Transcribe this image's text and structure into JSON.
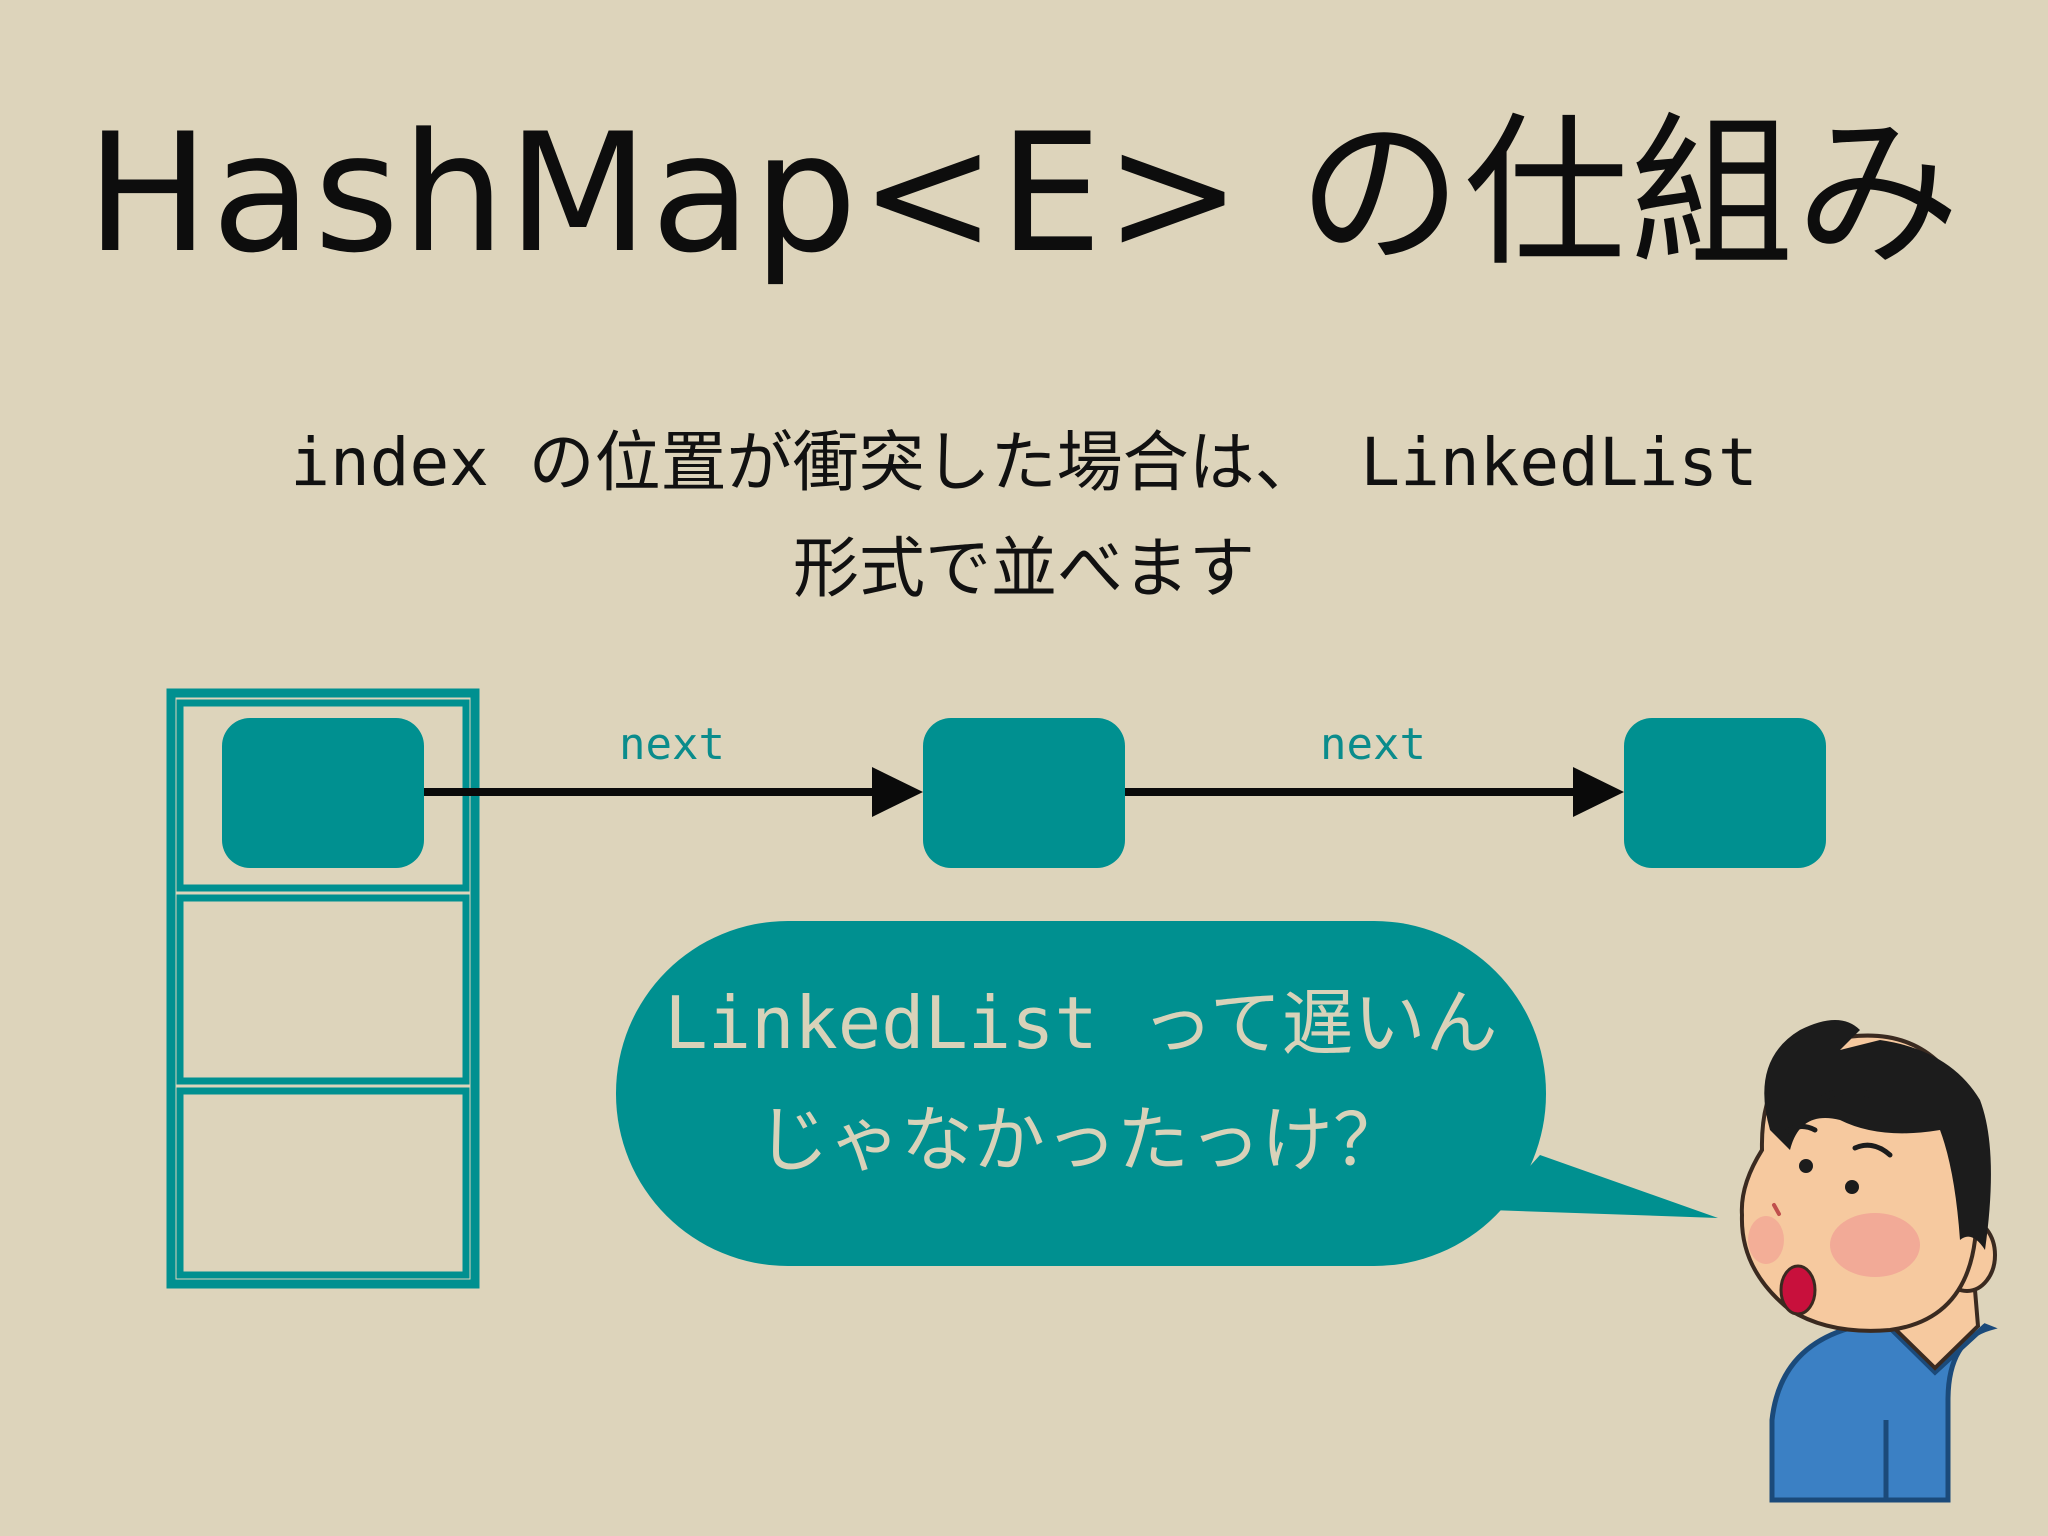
{
  "slide": {
    "title": "HashMap<E> の仕組み",
    "subtitle_line1": "index の位置が衝突した場合は、 LinkedList",
    "subtitle_line2": "形式で並べます"
  },
  "diagram": {
    "edge_label_1": "next",
    "edge_label_2": "next",
    "bubble_line1": "LinkedList って遅いん",
    "bubble_line2": "じゃなかったっけ？"
  },
  "colors": {
    "background": "#ddd4bb",
    "teal": "#009090",
    "arrow": "#0a0a0a",
    "bubble_text": "#d8d2b9"
  }
}
